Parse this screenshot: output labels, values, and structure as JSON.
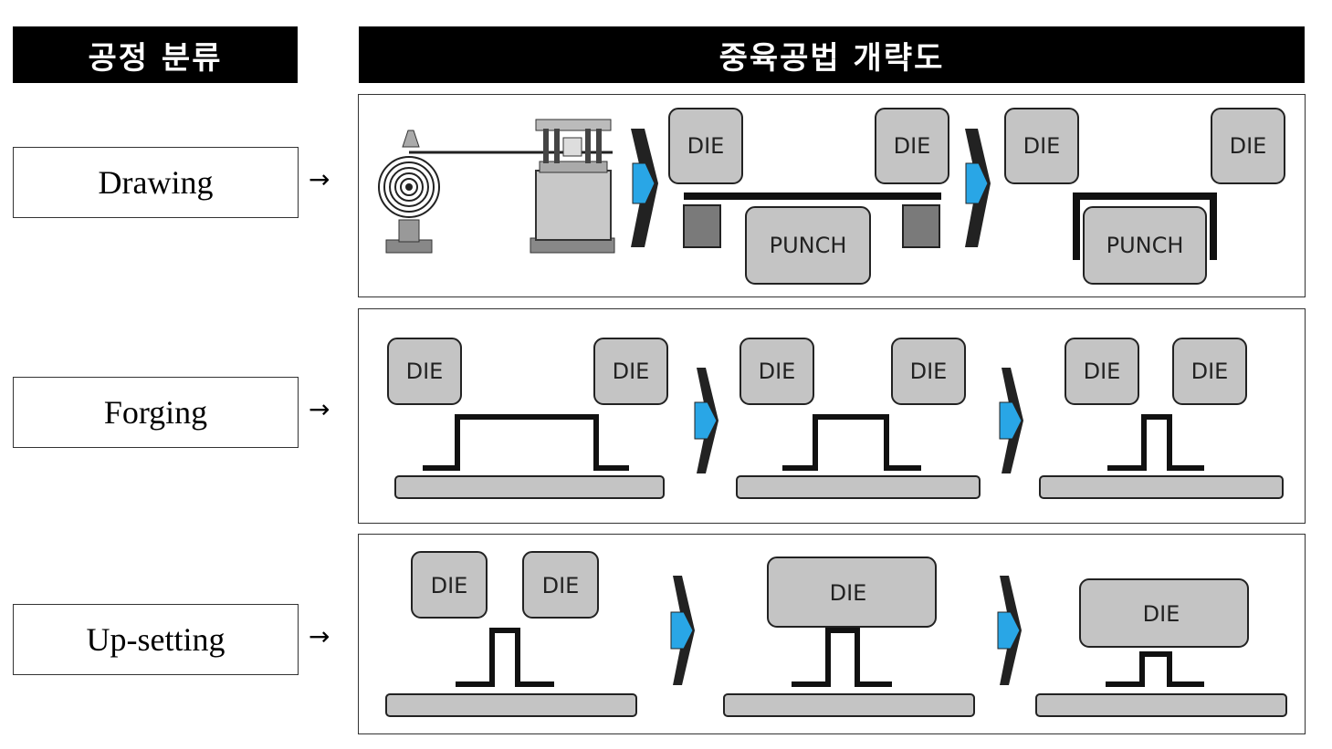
{
  "headers": {
    "left": "공정 분류",
    "right": "중육공법 개략도"
  },
  "rows": [
    {
      "label": "Drawing",
      "arrow": "→"
    },
    {
      "label": "Forging",
      "arrow": "→"
    },
    {
      "label": "Up-setting",
      "arrow": "→"
    }
  ],
  "tags": {
    "die": "DIE",
    "punch": "PUNCH"
  },
  "colors": {
    "die_fill": "#c4c4c4",
    "arrow_fill": "#29a6e6",
    "dark_block": "#7a7a7a"
  }
}
